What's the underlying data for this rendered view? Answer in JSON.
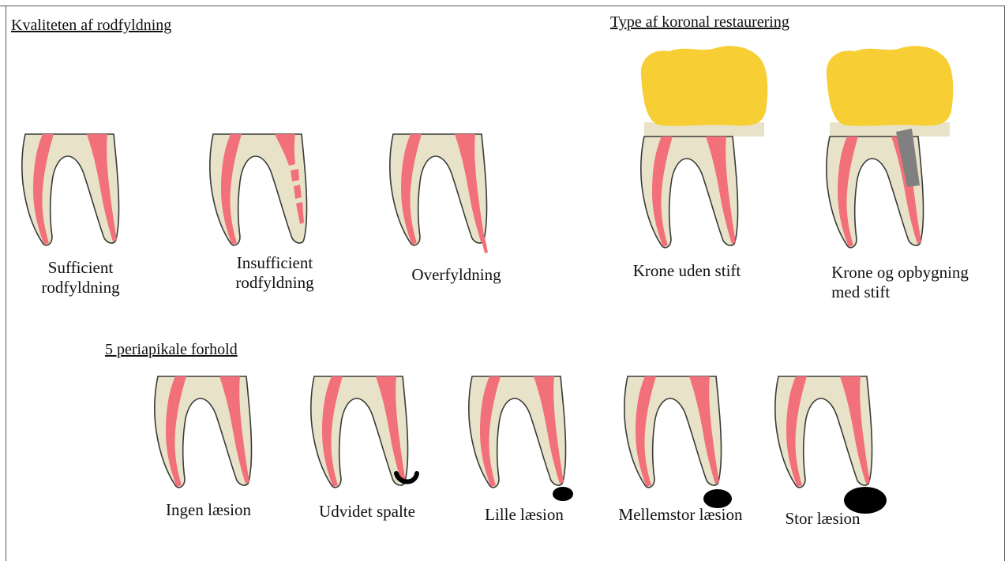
{
  "sections": {
    "quality": {
      "heading": "Kvaliteten af rodfyldning",
      "items": [
        {
          "label": "Sufficient\nrodfyldning",
          "filling": "sufficient"
        },
        {
          "label": "Insufficient\nrodfyldning",
          "filling": "insufficient"
        },
        {
          "label": "Overfyldning",
          "filling": "overfilled"
        }
      ]
    },
    "restoration": {
      "heading": "Type af koronal restaurering",
      "items": [
        {
          "label": "Krone uden stift",
          "post": false
        },
        {
          "label": "Krone og opbygning\nmed stift",
          "post": true
        }
      ]
    },
    "periapical": {
      "heading": "5 periapikale forhold",
      "items": [
        {
          "label": "Ingen læsion",
          "lesion": "none"
        },
        {
          "label": "Udvidet spalte",
          "lesion": "widened"
        },
        {
          "label": "Lille læsion",
          "lesion": "small"
        },
        {
          "label": "Mellemstor læsion",
          "lesion": "medium"
        },
        {
          "label": "Stor læsion",
          "lesion": "large"
        }
      ]
    }
  },
  "colors": {
    "dentin": "#e8e3c8",
    "canal": "#f2707a",
    "crown": "#f7cf35",
    "post": "#808080",
    "lesion": "#000000",
    "outline": "#3a3a3a"
  }
}
